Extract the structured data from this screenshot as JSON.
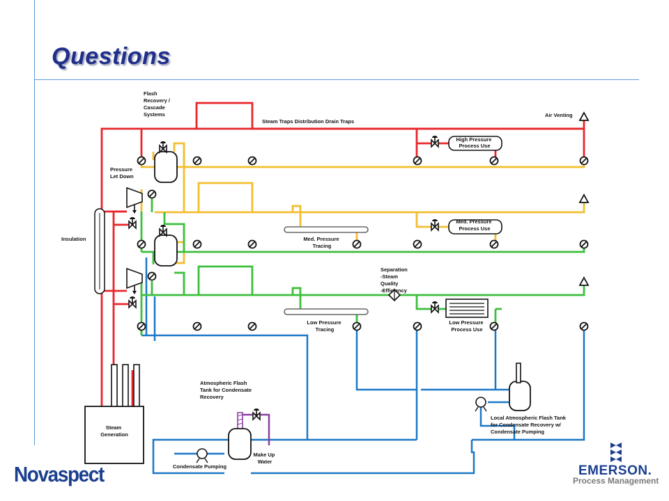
{
  "slide": {
    "title": "Questions"
  },
  "labels": {
    "flash_recovery": [
      "Flash",
      "Recovery /",
      "Cascade",
      "Systems"
    ],
    "steam_traps": "Steam Traps Distribution Drain Traps",
    "air_venting": "Air Venting",
    "high_pressure_use": [
      "High Pressure",
      "Process Use"
    ],
    "pressure_let_down": [
      "Pressure",
      "Let Down"
    ],
    "insulation": "Insulation",
    "med_pressure_use": [
      "Med. Pressure",
      "Process Use"
    ],
    "med_pressure_tracing": [
      "Med. Pressure",
      "Tracing"
    ],
    "separation": [
      "Separation",
      "-Steam",
      "Quality",
      "-Efficiency"
    ],
    "low_pressure_tracing": [
      "Low Pressure",
      "Tracing"
    ],
    "low_pressure_use": [
      "Low Pressure",
      "Process Use"
    ],
    "atmospheric_flash_tank": [
      "Atmospheric Flash",
      "Tank for Condensate",
      "Recovery"
    ],
    "steam_generation": [
      "Steam",
      "Generation"
    ],
    "local_flash_tank": [
      "Local Atmospheric Flash Tank",
      "for Condensate Recovery w/",
      "Condensate Pumping"
    ],
    "make_up_water": [
      "Make Up",
      "Water"
    ],
    "condensate_pumping": "Condensate Pumping"
  },
  "logos": {
    "left": "Novaspect",
    "right_main": "EMERSON.",
    "right_sub": "Process Management"
  },
  "colors": {
    "high_pressure_steam": "#e8262b",
    "medium_pressure_steam": "#f2be30",
    "low_pressure_steam": "#3cbf3c",
    "condensate_return": "#1a77c6",
    "make_up_water_line": "#8b3fa0",
    "title": "#1f2f8a",
    "rule": "#5b9bd5"
  }
}
